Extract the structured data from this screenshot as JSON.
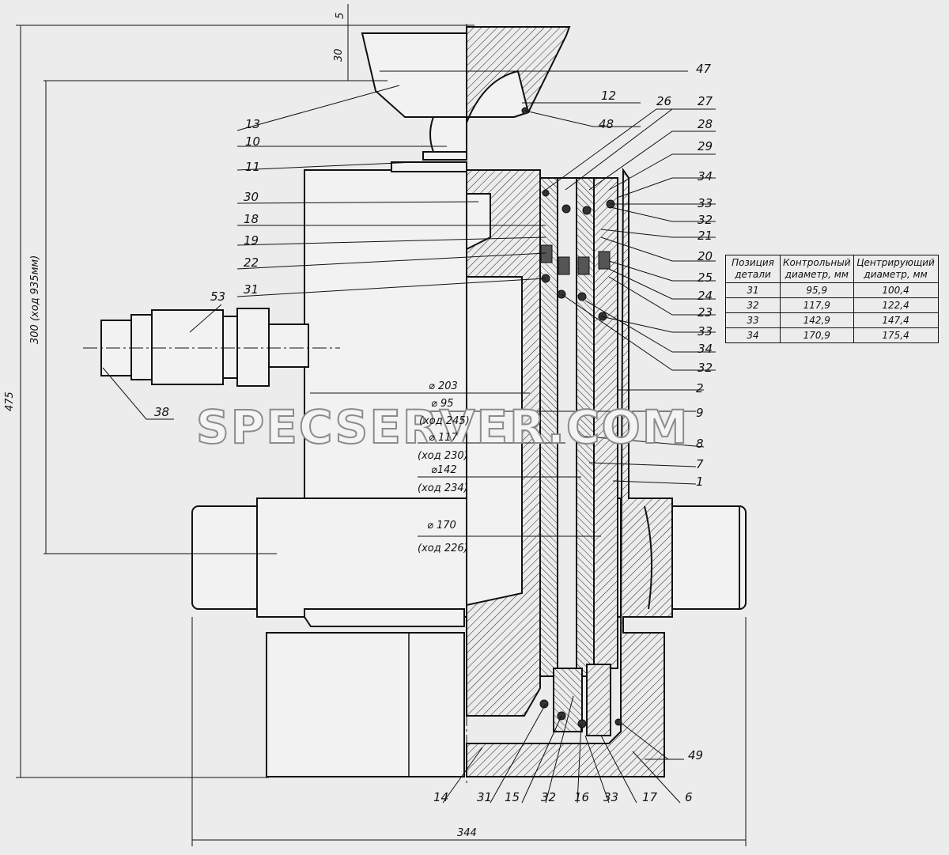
{
  "watermark": "SPECSERVER.COM",
  "dimensions": {
    "top_gap": "5",
    "top_height": "30",
    "stroke_label": "300 (ход 935мм)",
    "total_height": "475",
    "total_width": "344"
  },
  "diameters": [
    {
      "dia": "⌀ 203",
      "stroke": ""
    },
    {
      "dia": "⌀ 95",
      "stroke": "(ход 245)"
    },
    {
      "dia": "⌀ 117",
      "stroke": "(ход 230)"
    },
    {
      "dia": "⌀142",
      "stroke": "(ход 234)"
    },
    {
      "dia": "⌀ 170",
      "stroke": "(ход 226)"
    }
  ],
  "callouts": {
    "c47": "47",
    "c12": "12",
    "c48": "48",
    "c13": "13",
    "c10": "10",
    "c11": "11",
    "c30": "30",
    "c18": "18",
    "c19": "19",
    "c22": "22",
    "c31": "31",
    "c53": "53",
    "c38": "38",
    "c26": "26",
    "c27": "27",
    "c28": "28",
    "c29": "29",
    "c34a": "34",
    "c33a": "33",
    "c32a": "32",
    "c21": "21",
    "c20": "20",
    "c25": "25",
    "c24": "24",
    "c23": "23",
    "c33b": "33",
    "c34b": "34",
    "c32b": "32",
    "c2": "2",
    "c9": "9",
    "c8": "8",
    "c7": "7",
    "c1": "1",
    "c49": "49",
    "c6": "6",
    "c14": "14",
    "c31b": "31",
    "c15": "15",
    "c32c": "32",
    "c16": "16",
    "c33c": "33",
    "c17": "17"
  },
  "table": {
    "headers": [
      "Позиция детали",
      "Контрольный диаметр, мм",
      "Центрирующий диаметр, мм"
    ],
    "rows": [
      [
        "31",
        "95,9",
        "100,4"
      ],
      [
        "32",
        "117,9",
        "122,4"
      ],
      [
        "33",
        "142,9",
        "147,4"
      ],
      [
        "34",
        "170,9",
        "175,4"
      ]
    ]
  }
}
